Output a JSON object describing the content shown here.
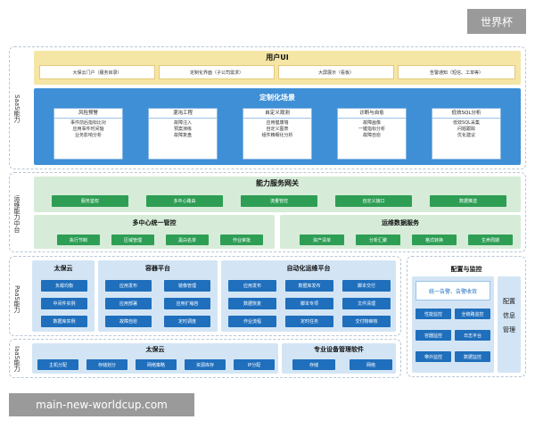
{
  "watermark": "世界杯",
  "url": "main-new-worldcup.com",
  "saas": {
    "label": "SaaS能力",
    "user_ui": {
      "title": "用户UI",
      "items": [
        "大保云门户（服务目录）",
        "定制化界面（子公司需求）",
        "大屏展示（看板）",
        "告警通知（短信、工单等）"
      ]
    },
    "scenes": {
      "title": "定制化场景",
      "cards": [
        {
          "title": "风险预警",
          "lines": [
            "事件前后指标比对",
            "应用事件时间轴",
            "业务影响分析"
          ]
        },
        {
          "title": "混沌工程",
          "lines": [
            "故障注入",
            "预案演练",
            "故障复盘"
          ]
        },
        {
          "title": "自定义观测",
          "lines": [
            "应用健康墙",
            "自定义图表",
            "组件精细化分析"
          ]
        },
        {
          "title": "诊断与自愈",
          "lines": [
            "故障画像",
            "一键指标分析",
            "故障自愈"
          ]
        },
        {
          "title": "低效SQL分析",
          "lines": [
            "低效SQL采集",
            "问题跟踪",
            "优化建议"
          ]
        }
      ]
    }
  },
  "ops": {
    "label": "运维能力中台",
    "gateway": {
      "title": "能力服务网关",
      "items": [
        "服务鉴权",
        "多中心路由",
        "流量管控",
        "自定义接口",
        "数据推送"
      ]
    },
    "multi": {
      "title": "多中心统一管控",
      "items": [
        "执行节制",
        "区域管理",
        "黑白名单",
        "作业审批"
      ]
    },
    "data": {
      "title": "运维数据服务",
      "items": [
        "资产清单",
        "分析汇聚",
        "格式转换",
        "生命周期"
      ]
    }
  },
  "paas": {
    "label": "PaaS能力",
    "taibao": {
      "title": "太保云",
      "items": [
        "负载均衡",
        "中间件实例",
        "数据库实例"
      ]
    },
    "container": {
      "title": "容器平台",
      "items": [
        "应用发布",
        "镜像管理",
        "应用部署",
        "应用扩缩容",
        "故障自愈",
        "定时调度"
      ]
    },
    "auto": {
      "title": "自动化运维平台",
      "items": [
        "应用发布",
        "数据库发布",
        "脚本交付",
        "数据恢复",
        "脚本专项",
        "文件清理",
        "作业流程",
        "定时任务",
        "交付物审核"
      ]
    }
  },
  "config": {
    "title": "配置与监控",
    "alert": "统一告警、告警收敛",
    "items": [
      "性能监控",
      "全链路监控",
      "容器监控",
      "日志平台",
      "带外监控",
      "数据监控"
    ],
    "cmdb": "配置信息管理"
  },
  "iaas": {
    "label": "IaaS能力",
    "taibao": {
      "title": "太保云",
      "items": [
        "主机分配",
        "存储划分",
        "网络策略",
        "资源库存",
        "IP分配"
      ]
    },
    "equip": {
      "title": "专业设备管理软件",
      "items": [
        "存储",
        "网络"
      ]
    }
  }
}
